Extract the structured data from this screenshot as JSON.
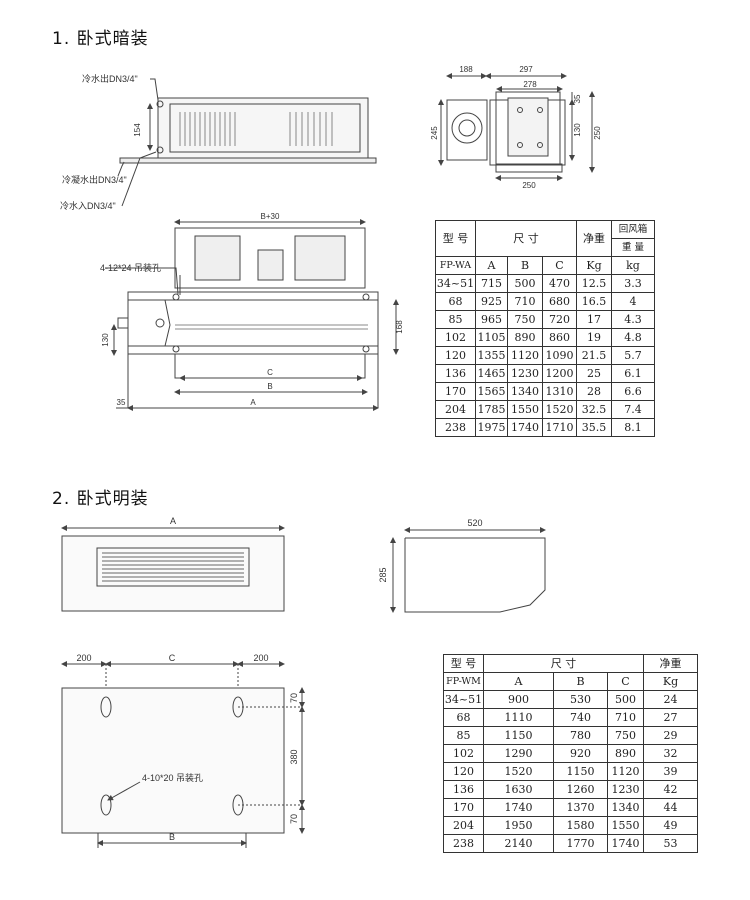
{
  "section1": {
    "title": "1. 卧式暗装",
    "labels": {
      "outlet": "冷水出DN3/4\"",
      "condensate": "冷凝水出DN3/4\"",
      "inlet": "冷水入DN3/4\"",
      "hang_holes": "4-12*24 吊装孔",
      "dim_154": "154",
      "dim_188": "188",
      "dim_297": "297",
      "dim_278": "278",
      "dim_245": "245",
      "dim_35v": "35",
      "dim_130a": "130",
      "dim_250v": "250",
      "dim_250h": "250",
      "dim_b30": "B+30",
      "dim_168": "168",
      "dim_130b": "130",
      "dim_c": "C",
      "dim_b": "B",
      "dim_a": "A",
      "dim_35h": "35"
    },
    "table": {
      "h_model": "型 号",
      "h_size": "尺 寸",
      "h_weight": "净重",
      "h_box_1": "回风箱",
      "h_box_2": "重 量",
      "h_series": "FP-WA",
      "h_a": "A",
      "h_b": "B",
      "h_c": "C",
      "h_kg": "Kg",
      "h_kg2": "kg",
      "rows": [
        [
          "34~51",
          "715",
          "500",
          "470",
          "12.5",
          "3.3"
        ],
        [
          "68",
          "925",
          "710",
          "680",
          "16.5",
          "4"
        ],
        [
          "85",
          "965",
          "750",
          "720",
          "17",
          "4.3"
        ],
        [
          "102",
          "1105",
          "890",
          "860",
          "19",
          "4.8"
        ],
        [
          "120",
          "1355",
          "1120",
          "1090",
          "21.5",
          "5.7"
        ],
        [
          "136",
          "1465",
          "1230",
          "1200",
          "25",
          "6.1"
        ],
        [
          "170",
          "1565",
          "1340",
          "1310",
          "28",
          "6.6"
        ],
        [
          "204",
          "1785",
          "1550",
          "1520",
          "32.5",
          "7.4"
        ],
        [
          "238",
          "1975",
          "1740",
          "1710",
          "35.5",
          "8.1"
        ]
      ]
    }
  },
  "section2": {
    "title": "2. 卧式明装",
    "labels": {
      "dim_a": "A",
      "dim_520": "520",
      "dim_285": "285",
      "dim_200l": "200",
      "dim_c": "C",
      "dim_200r": "200",
      "dim_70t": "70",
      "dim_380": "380",
      "dim_70b": "70",
      "hang_holes": "4-10*20 吊装孔",
      "dim_b": "B"
    },
    "table": {
      "h_model": "型 号",
      "h_size": "尺 寸",
      "h_weight": "净重",
      "h_series": "FP-WM",
      "h_a": "A",
      "h_b": "B",
      "h_c": "C",
      "h_kg": "Kg",
      "rows": [
        [
          "34~51",
          "900",
          "530",
          "500",
          "24"
        ],
        [
          "68",
          "1110",
          "740",
          "710",
          "27"
        ],
        [
          "85",
          "1150",
          "780",
          "750",
          "29"
        ],
        [
          "102",
          "1290",
          "920",
          "890",
          "32"
        ],
        [
          "120",
          "1520",
          "1150",
          "1120",
          "39"
        ],
        [
          "136",
          "1630",
          "1260",
          "1230",
          "42"
        ],
        [
          "170",
          "1740",
          "1370",
          "1340",
          "44"
        ],
        [
          "204",
          "1950",
          "1580",
          "1550",
          "49"
        ],
        [
          "238",
          "2140",
          "1770",
          "1740",
          "53"
        ]
      ]
    }
  }
}
